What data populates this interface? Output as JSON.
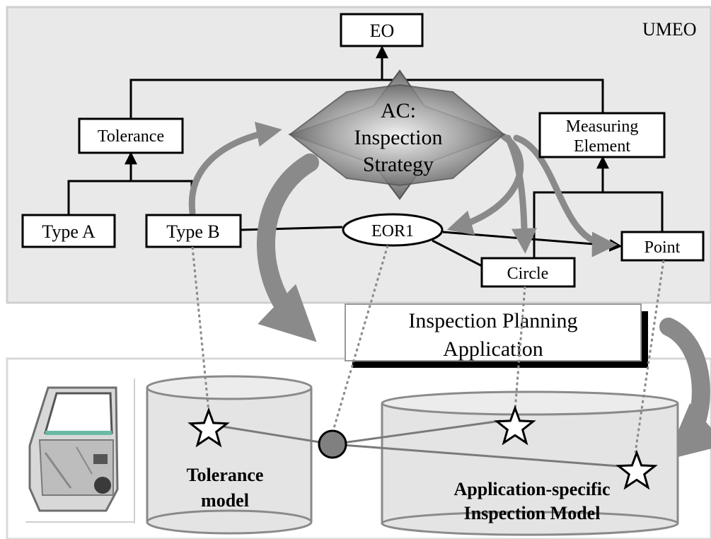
{
  "top_panel": {
    "label": "UMEO"
  },
  "nodes": {
    "eo": "EO",
    "tolerance": "Tolerance",
    "ac_line1": "AC:",
    "ac_line2": "Inspection",
    "ac_line3": "Strategy",
    "measuring_line1": "Measuring",
    "measuring_line2": "Element",
    "type_a": "Type A",
    "type_b": "Type B",
    "eor1": "EOR1",
    "circle": "Circle",
    "point": "Point"
  },
  "application_box": {
    "line1": "Inspection Planning",
    "line2": "Application"
  },
  "databases": {
    "tolerance_line1": "Tolerance",
    "tolerance_line2": "model",
    "app_line1": "Application-specific",
    "app_line2": "Inspection Model"
  },
  "icons": {
    "car_door": "car-door-image",
    "star": "star-icon",
    "connector": "circle-connector-icon"
  },
  "colors": {
    "panel_fill": "#e9e9e9",
    "panel_border": "#d0d0d0",
    "arrow_gray": "#8a8a8a",
    "star_gray": "#7a7a7a",
    "connector_fill": "#808080"
  }
}
